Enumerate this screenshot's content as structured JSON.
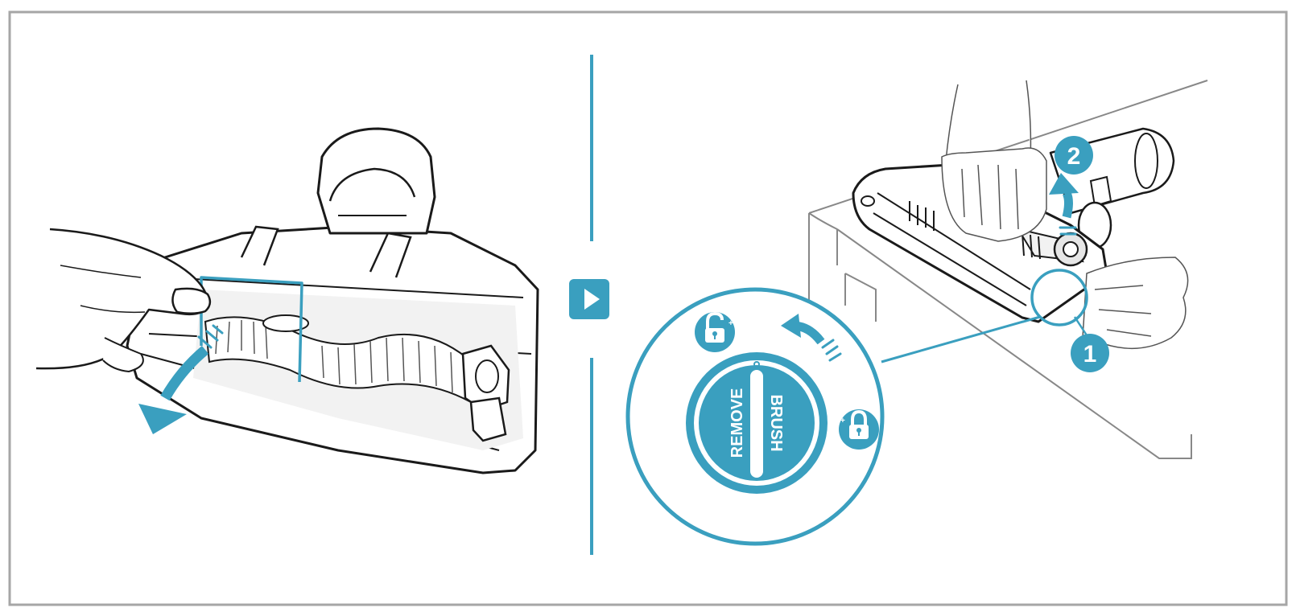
{
  "colors": {
    "accent": "#3a9fbf",
    "outline": "#1a1a1a",
    "frame": "#a6a6a6",
    "panel_bg": "#ffffff",
    "fill_light": "#f2f2f2"
  },
  "left_panel": {
    "nozzle_icon": "vacuum-nozzle-underside",
    "hand_icon": "hand-opening-cover",
    "motion_arrow_icon": "curved-down-arrow"
  },
  "divider": {
    "next_icon": "play-triangle-icon"
  },
  "right_panel": {
    "step_1_label": "1",
    "step_2_label": "2",
    "rotation_arrow_icon": "curved-arrow-counterclockwise",
    "lift_arrow_icon": "curved-up-arrow"
  },
  "zoom_detail": {
    "dial_left_text": "REMOVE",
    "dial_right_text": "BRUSH",
    "unlock_icon": "open-padlock-icon",
    "lock_icon": "closed-padlock-icon"
  }
}
